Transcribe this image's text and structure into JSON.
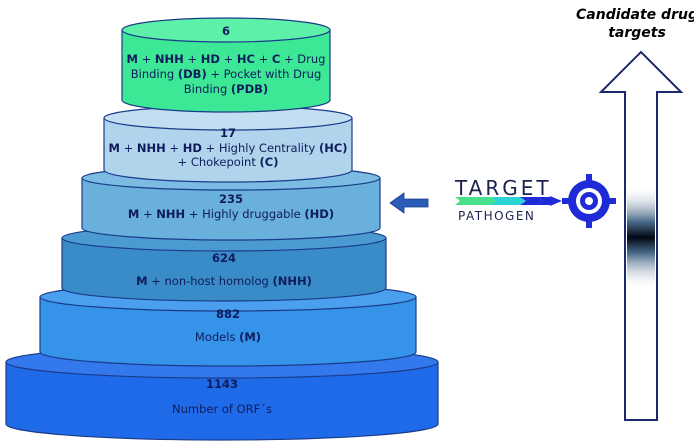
{
  "tiers": [
    {
      "count": "6",
      "parts": [
        {
          "t": "M",
          "b": true
        },
        {
          "t": " + ",
          "b": false
        },
        {
          "t": "NHH",
          "b": true
        },
        {
          "t": " + ",
          "b": false
        },
        {
          "t": "HD",
          "b": true
        },
        {
          "t": " + ",
          "b": false
        },
        {
          "t": "HC",
          "b": true
        },
        {
          "t": " + ",
          "b": false
        },
        {
          "t": "C",
          "b": true
        },
        {
          "t": " + Drug Binding ",
          "b": false
        },
        {
          "t": "(DB)",
          "b": true
        },
        {
          "t": " + Pocket with Drug Binding ",
          "b": false
        },
        {
          "t": "(PDB)",
          "b": true
        }
      ],
      "color": "#3ce896"
    },
    {
      "count": "17",
      "parts": [
        {
          "t": "M",
          "b": true
        },
        {
          "t": " + ",
          "b": false
        },
        {
          "t": "NHH",
          "b": true
        },
        {
          "t": " + ",
          "b": false
        },
        {
          "t": "HD",
          "b": true
        },
        {
          "t": " + Highly Centrality ",
          "b": false
        },
        {
          "t": "(HC)",
          "b": true
        },
        {
          "t": " + Chokepoint ",
          "b": false
        },
        {
          "t": "(C)",
          "b": true
        }
      ],
      "color": "#b0d4ec"
    },
    {
      "count": "235",
      "parts": [
        {
          "t": "M",
          "b": true
        },
        {
          "t": " + ",
          "b": false
        },
        {
          "t": "NHH",
          "b": true
        },
        {
          "t": " + Highly druggable ",
          "b": false
        },
        {
          "t": "(HD)",
          "b": true
        }
      ],
      "color": "#6ab0dc"
    },
    {
      "count": "624",
      "parts": [
        {
          "t": "M",
          "b": true
        },
        {
          "t": " + non-host homolog ",
          "b": false
        },
        {
          "t": "(NHH)",
          "b": true
        }
      ],
      "color": "#3a8cc8"
    },
    {
      "count": "882",
      "parts": [
        {
          "t": "Models ",
          "b": false
        },
        {
          "t": "(M)",
          "b": true
        }
      ],
      "color": "#3594ea"
    },
    {
      "count": "1143",
      "parts": [
        {
          "t": "Number of ORF´s",
          "b": false
        }
      ],
      "color": "#1f6ae8"
    }
  ],
  "logo": {
    "line1": "TARGET",
    "line2": "PATHOGEN",
    "colors": {
      "primary": "#1f2bd6",
      "text": "#1c2350",
      "teal": "#2bd4d4",
      "green": "#48e08a"
    }
  },
  "arrow_title": "Candidate drug targets",
  "colors": {
    "outline": "#1a3b8a",
    "text": "#0f1c5c",
    "pointer": "#2a5cb8",
    "arrow_outline": "#1a2a6c"
  }
}
